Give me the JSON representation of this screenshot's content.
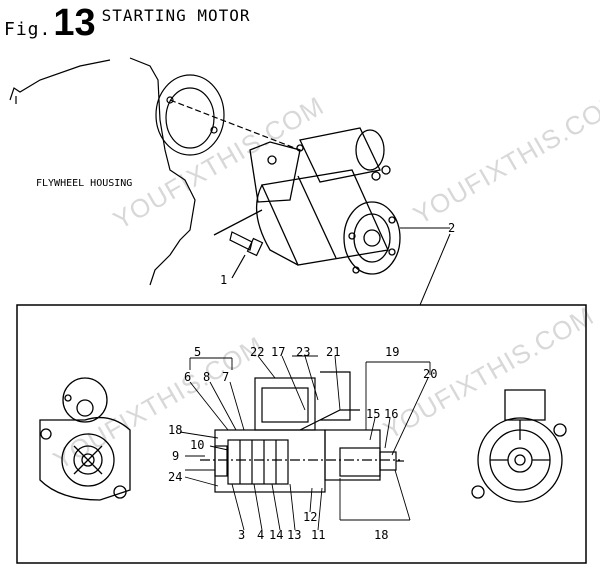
{
  "header": {
    "prefix": "Fig.",
    "number": "13",
    "title": "STARTING MOTOR"
  },
  "watermark": "YOUFIXTHIS.COM",
  "labels": {
    "flywheel_housing": "FLYWHEEL HOUSING"
  },
  "callouts": {
    "c1": "1",
    "c2": "2",
    "c3": "3",
    "c4": "4",
    "c5": "5",
    "c6": "6",
    "c7": "7",
    "c8": "8",
    "c9": "9",
    "c10": "10",
    "c11": "11",
    "c12": "12",
    "c13": "13",
    "c14": "14",
    "c15": "15",
    "c16": "16",
    "c17": "17",
    "c18a": "18",
    "c18b": "18",
    "c19": "19",
    "c20": "20",
    "c21": "21",
    "c22": "22",
    "c23": "23",
    "c24": "24"
  },
  "colors": {
    "ink": "#000000",
    "watermark": "#d8d8d8",
    "background": "#ffffff"
  }
}
